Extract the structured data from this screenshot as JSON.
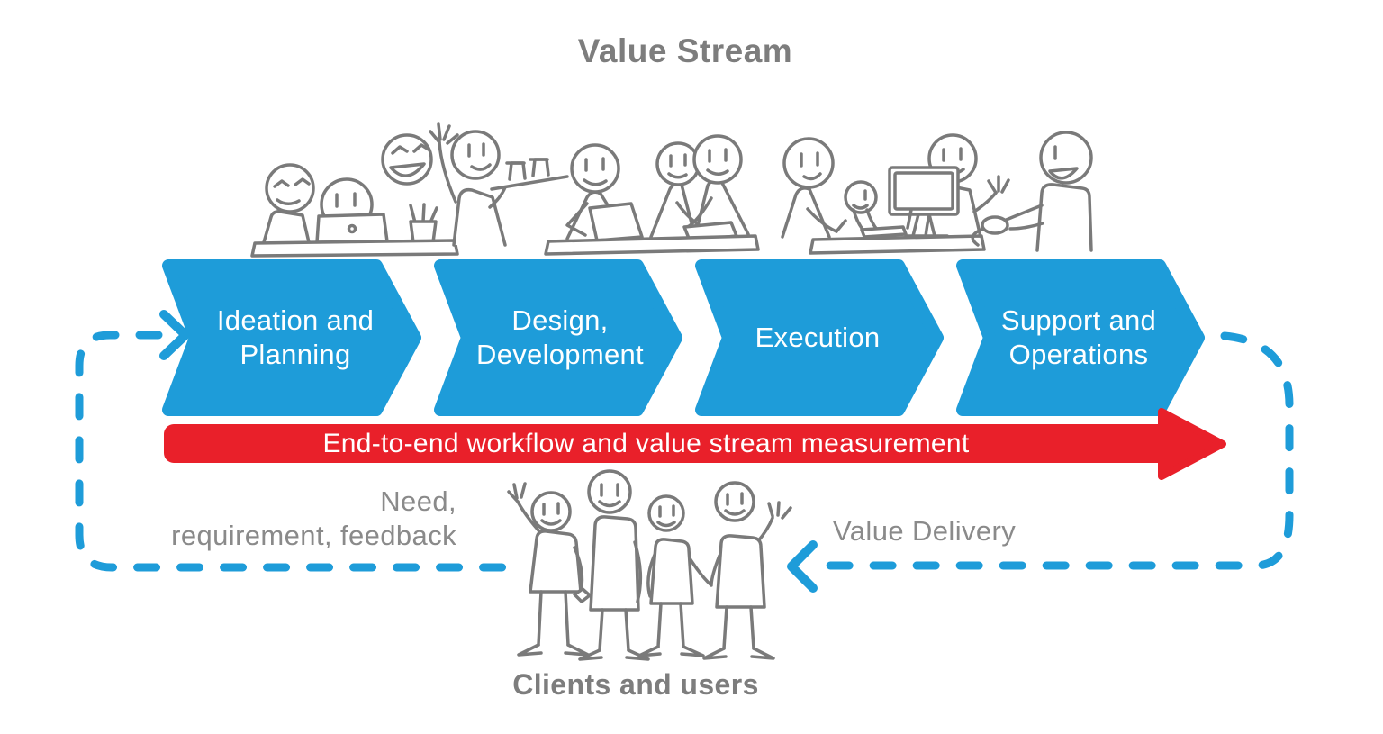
{
  "title": "Value Stream",
  "colors": {
    "blue": "#1E9CD9",
    "red": "#E9202A",
    "text_gray": "#8A8A8A",
    "title_gray": "#7D7D7D",
    "doodle_gray": "#7A7A7A"
  },
  "stages": [
    {
      "label": "Ideation and\nPlanning"
    },
    {
      "label": "Design,\nDevelopment"
    },
    {
      "label": "Execution"
    },
    {
      "label": "Support and\nOperations"
    }
  ],
  "measurement_arrow": {
    "label": "End-to-end workflow and value stream measurement"
  },
  "feedback_loop": {
    "input_label": "Need,\nrequirement, feedback",
    "output_label": "Value Delivery"
  },
  "clients_label": "Clients and users",
  "illustrations": {
    "top": "team-working-doodle",
    "bottom": "clients-waving-doodle"
  }
}
